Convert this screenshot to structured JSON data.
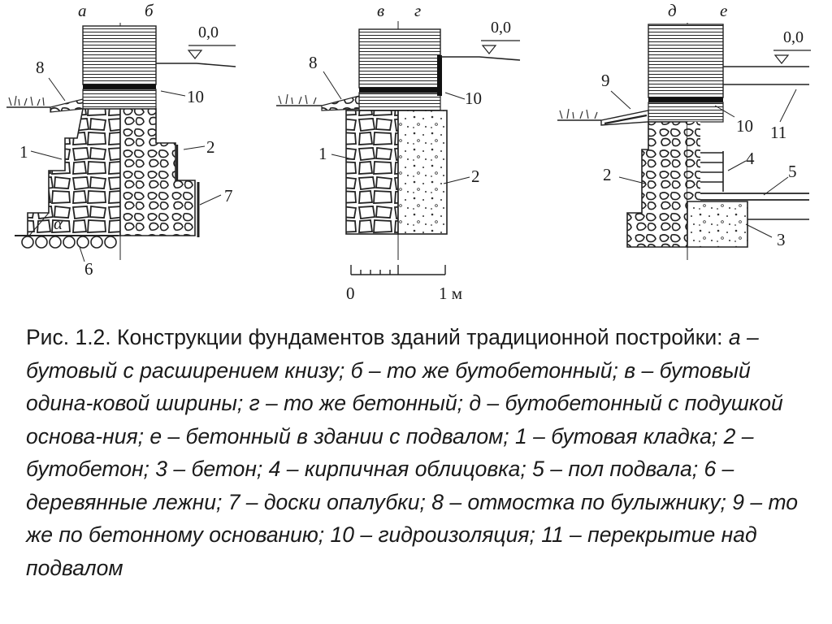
{
  "figure": {
    "section_letters": [
      "а",
      "б",
      "в",
      "г",
      "д",
      "е"
    ],
    "level_mark": "0,0",
    "labels": {
      "left": [
        "8",
        "10",
        "1",
        "2",
        "7",
        "6",
        "α"
      ],
      "middle": [
        "8",
        "10",
        "1",
        "2"
      ],
      "right": [
        "9",
        "10",
        "11",
        "4",
        "5",
        "2",
        "3"
      ]
    },
    "scale": {
      "start": "0",
      "end": "1 м"
    }
  },
  "caption": {
    "title": "Рис. 1.2. Конструкции фундаментов зданий традиционной постройки: ",
    "body": "а – бутовый с расширением книзу; б – то же бутобетонный; в – бутовый одина-ковой ширины; г – то же бетонный; д – бутобетонный с подушкой основа-ния; е – бетонный в здании с подвалом; 1 – бутовая кладка; 2 – бутобетон; 3 – бетон; 4 – кирпичная облицовка; 5 – пол подвала; 6 – деревянные лежни; 7 – доски опалубки; 8 – отмостка по булыжнику; 9 – то же по бетонному основанию; 10 – гидроизоляция; 11 – перекрытие над подвалом"
  }
}
